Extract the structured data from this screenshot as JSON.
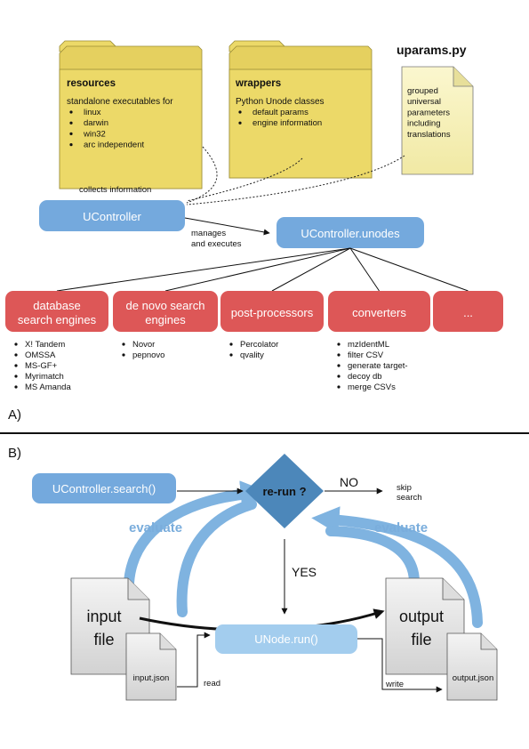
{
  "part_a": {
    "folder_resources": {
      "title": "resources",
      "subtitle": "standalone executables for",
      "bullets": [
        "linux",
        "darwin",
        "win32",
        "arc independent"
      ]
    },
    "folder_wrappers": {
      "title": "wrappers",
      "subtitle": "Python Unode classes",
      "bullets": [
        "default params",
        "engine information"
      ]
    },
    "uparams": {
      "title": "uparams.py",
      "lines": [
        "grouped",
        "universal",
        "parameters",
        "including",
        "translations"
      ]
    },
    "collects_label": "collects information",
    "ucontroller_label": "UController",
    "manages_label": [
      "manages",
      "and executes"
    ],
    "unodes_label": "UController.unodes",
    "categories": [
      {
        "title": [
          "database",
          "search engines"
        ],
        "items": [
          "X! Tandem",
          "OMSSA",
          "MS-GF+",
          "Myrimatch",
          "MS Amanda"
        ]
      },
      {
        "title": [
          "de novo search",
          "engines"
        ],
        "items": [
          "Novor",
          "pepnovo"
        ]
      },
      {
        "title": [
          "post-processors"
        ],
        "items": [
          "Percolator",
          "qvality"
        ]
      },
      {
        "title": [
          "converters"
        ],
        "items": [
          "mzIdentML",
          "filter CSV",
          "generate target-",
          "decoy db",
          "merge CSVs"
        ]
      },
      {
        "title": [
          "..."
        ],
        "items": []
      }
    ],
    "panel_label": "A)"
  },
  "part_b": {
    "panel_label": "B)",
    "search_label": "UController.search()",
    "decision_label": "re-run ?",
    "no_label": "NO",
    "skip_label": [
      "skip",
      "search"
    ],
    "evaluate_left": "evaluate",
    "evaluate_right": "evaluate",
    "yes_label": "YES",
    "input_file_label": [
      "input",
      "file"
    ],
    "input_json_label": "input.json",
    "read_label": "read",
    "run_label": "UNode.run()",
    "output_file_label": [
      "output",
      "file"
    ],
    "output_json_label": "output.json",
    "write_label": "write"
  },
  "colors": {
    "blue_box": "#74a9dd",
    "run_box": "#a3cdee",
    "red_box": "#dd5757",
    "folder_yellow": "#ecd968",
    "arrow_light_blue": "#7fb3e0",
    "diamond": "#4c87ba",
    "evaluate_text": "#7aaddc"
  }
}
